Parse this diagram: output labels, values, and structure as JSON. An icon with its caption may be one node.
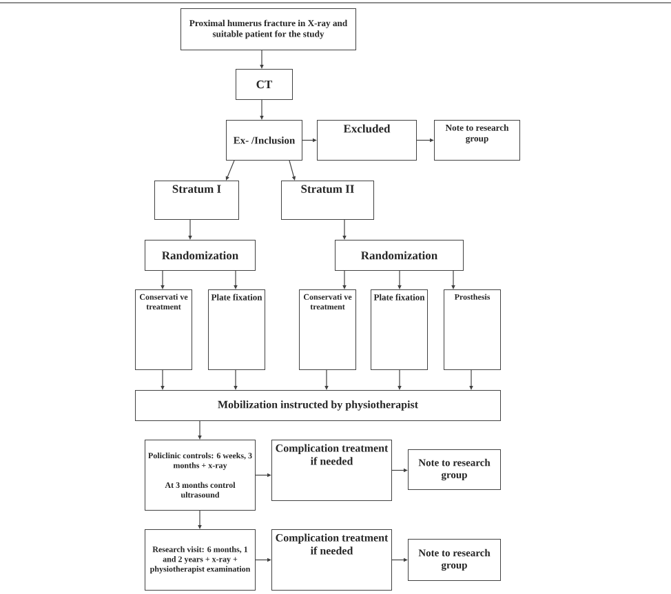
{
  "diagram": {
    "nodes": [
      {
        "text": [
          "Proximal humerus fracture in X-ray and suitable patient for the study"
        ]
      },
      {
        "text": [
          "CT"
        ]
      },
      {
        "text": [
          "Ex- /Inclusion"
        ]
      },
      {
        "text": [
          "Excluded"
        ]
      },
      {
        "text": [
          "Note to research group"
        ]
      },
      {
        "text": [
          "Stratum I"
        ]
      },
      {
        "text": [
          "Stratum II"
        ]
      },
      {
        "text": [
          "Randomization"
        ]
      },
      {
        "text": [
          "Randomization"
        ]
      },
      {
        "text": [
          "Conservati ve treatment"
        ]
      },
      {
        "text": [
          "Plate fixation"
        ]
      },
      {
        "text": [
          "Conservati ve treatment"
        ]
      },
      {
        "text": [
          "Plate fixation"
        ]
      },
      {
        "text": [
          "Prosthesis"
        ]
      },
      {
        "text": [
          "Mobilization instructed by physiotherapist"
        ]
      },
      {
        "text": [
          "Policlinic controls: 6 weeks, 3 months + x-ray",
          "At 3 months control ultrasound"
        ]
      },
      {
        "text": [
          "Complication treatment if needed"
        ]
      },
      {
        "text": [
          "Note to research group"
        ]
      },
      {
        "text": [
          "Research visit: 6 months, 1 and 2 years + x-ray + physiotherapist examination"
        ]
      },
      {
        "text": [
          "Complication treatment if needed"
        ]
      },
      {
        "text": [
          "Note to research group"
        ]
      }
    ],
    "edges": [
      {
        "from": 0,
        "to": 1,
        "arrow": "to"
      },
      {
        "from": 1,
        "to": 2,
        "arrow": "to"
      },
      {
        "from": 2,
        "to": 3,
        "arrow": "to"
      },
      {
        "from": 3,
        "to": 4,
        "arrow": "to"
      },
      {
        "from": 2,
        "to": 5,
        "arrow": "to"
      },
      {
        "from": 2,
        "to": 6,
        "arrow": "to"
      },
      {
        "from": 5,
        "to": 7,
        "arrow": "to"
      },
      {
        "from": 6,
        "to": 8,
        "arrow": "to"
      },
      {
        "from": 7,
        "to": 9,
        "arrow": "to"
      },
      {
        "from": 7,
        "to": 10,
        "arrow": "to"
      },
      {
        "from": 8,
        "to": 11,
        "arrow": "to"
      },
      {
        "from": 8,
        "to": 12,
        "arrow": "to"
      },
      {
        "from": 8,
        "to": 13,
        "arrow": "to"
      },
      {
        "from": 9,
        "to": 14,
        "arrow": "to"
      },
      {
        "from": 10,
        "to": 14,
        "arrow": "to"
      },
      {
        "from": 11,
        "to": 14,
        "arrow": "to"
      },
      {
        "from": 12,
        "to": 14,
        "arrow": "to"
      },
      {
        "from": 13,
        "to": 14,
        "arrow": "to"
      },
      {
        "from": 14,
        "to": 15,
        "arrow": "to"
      },
      {
        "from": 15,
        "to": 16,
        "arrow": "to"
      },
      {
        "from": 16,
        "to": 17,
        "arrow": "to"
      },
      {
        "from": 15,
        "to": 18,
        "arrow": "to"
      },
      {
        "from": 18,
        "to": 19,
        "arrow": "to"
      },
      {
        "from": 19,
        "to": 20,
        "arrow": "to"
      }
    ]
  }
}
